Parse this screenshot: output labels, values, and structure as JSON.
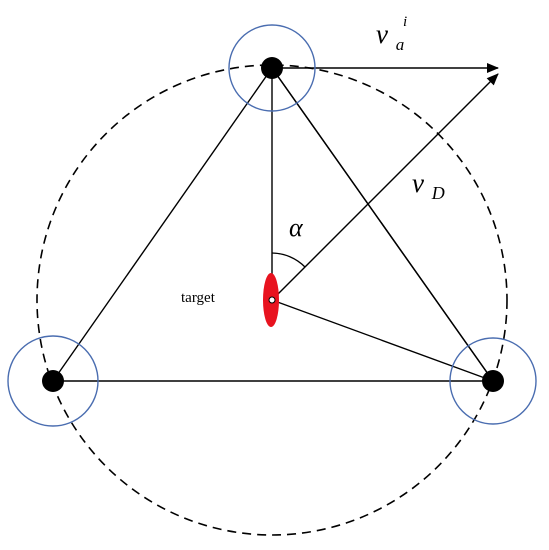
{
  "diagram": {
    "labels": {
      "target": "target",
      "alpha": "α",
      "v_a_base": "v",
      "v_a_sub": "a",
      "v_a_sup": "i",
      "v_d_base": "v",
      "v_d_sub": "D"
    },
    "colors": {
      "background": "#ffffff",
      "lines": "#000000",
      "agent_ring": "#4a6db0",
      "target_fill": "#e8131f",
      "agent_fill": "#000000",
      "dashed_circle": "#000000"
    },
    "nodes": [
      {
        "id": "agent-top",
        "role": "agent"
      },
      {
        "id": "agent-left",
        "role": "agent"
      },
      {
        "id": "agent-right",
        "role": "agent"
      },
      {
        "id": "target",
        "role": "target"
      }
    ],
    "edges": [
      {
        "from": "agent-top",
        "to": "agent-left"
      },
      {
        "from": "agent-top",
        "to": "agent-right"
      },
      {
        "from": "agent-left",
        "to": "agent-right"
      },
      {
        "from": "agent-top",
        "to": "target"
      },
      {
        "from": "target",
        "to": "agent-right"
      }
    ],
    "arrows": [
      {
        "id": "velocity-vai",
        "from": "agent-top",
        "label": "v_a^i"
      },
      {
        "id": "velocity-vd",
        "from": "target",
        "label": "v_D"
      }
    ]
  }
}
